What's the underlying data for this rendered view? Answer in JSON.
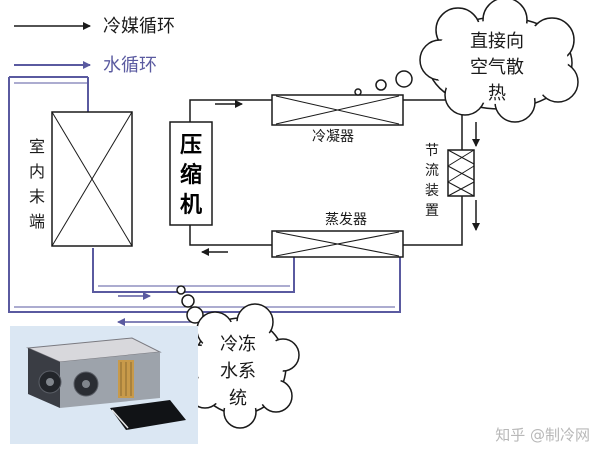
{
  "legend": {
    "refrigerant_label": "冷媒循环",
    "water_label": "水循环"
  },
  "labels": {
    "indoor_terminal": [
      "室",
      "内",
      "末",
      "端"
    ],
    "compressor": [
      "压",
      "缩",
      "机"
    ],
    "condenser": "冷凝器",
    "evaporator": "蒸发器",
    "throttle": [
      "节",
      "流",
      "装",
      "置"
    ],
    "heat_dissipation_cloud": [
      "直接向",
      "空气散",
      "热"
    ],
    "chilled_water_cloud": [
      "冷冻",
      "水系",
      "统"
    ]
  },
  "watermark": "知乎 @制冷网",
  "colors": {
    "refrigerant_line": "#1a1a1a",
    "water_line": "#5a5aa0",
    "photo_frame": "#dbe7f3"
  },
  "icons": {
    "photo": "fan-coil-unit-photo"
  }
}
